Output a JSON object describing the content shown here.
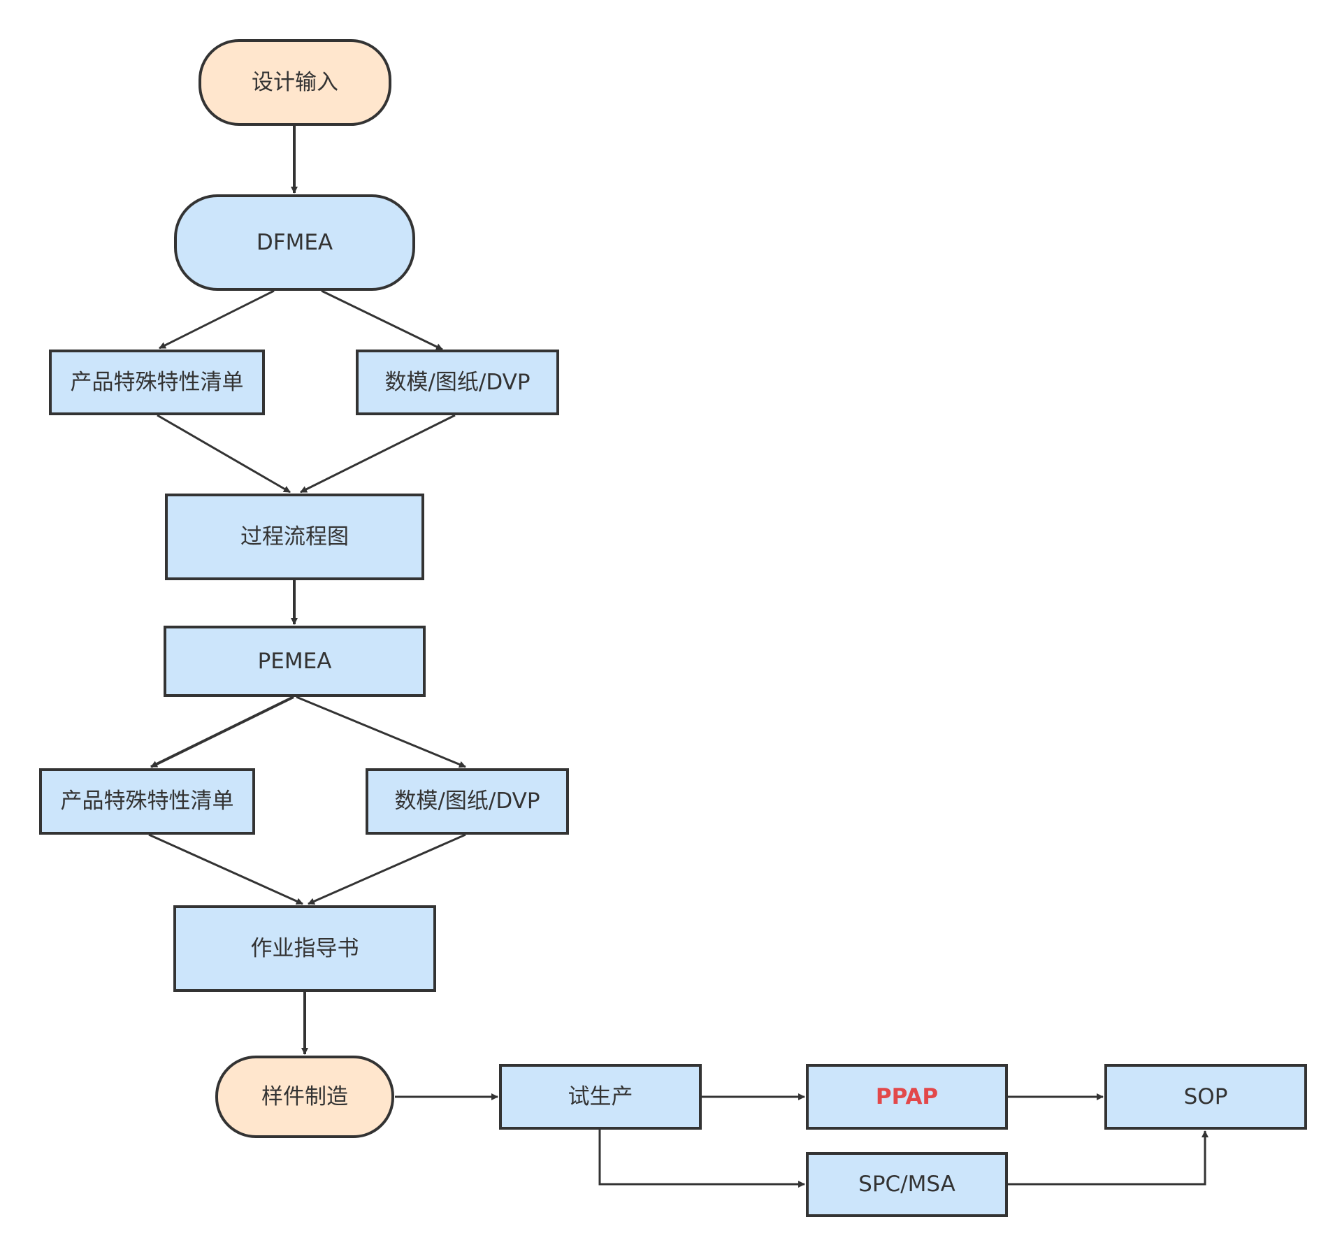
{
  "diagram": {
    "nodes": {
      "design_input": "设计输入",
      "dfmea": "DFMEA",
      "product_char_1": "产品特殊特性清单",
      "model_drawing_1": "数模/图纸/DVP",
      "process_flow": "过程流程图",
      "pemea": "PEMEA",
      "product_char_2": "产品特殊特性清单",
      "model_drawing_2": "数模/图纸/DVP",
      "work_instruction": "作业指导书",
      "sample_making": "样件制造",
      "trial_production": "试生产",
      "ppap": "PPAP",
      "spc_msa": "SPC/MSA",
      "sop": "SOP"
    },
    "colors": {
      "node_fill_blue": "#cce5fb",
      "node_fill_orange": "#ffe6cd",
      "stroke": "#333333",
      "text": "#333333",
      "highlight_text": "#e2484a"
    }
  }
}
